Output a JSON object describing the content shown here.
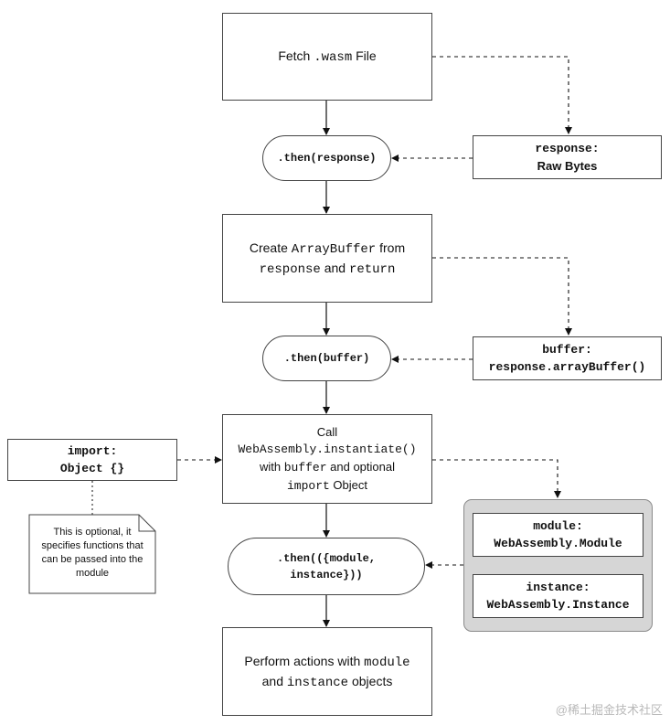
{
  "steps": {
    "fetch": {
      "prefix": "Fetch ",
      "code": ".wasm",
      "suffix": " File"
    },
    "then_response": {
      "text": ".then(response)"
    },
    "create_buffer": {
      "p1": "Create ",
      "code1": "ArrayBuffer",
      "p2": " from",
      "code2": "response",
      "p3": " and ",
      "code3": "return"
    },
    "then_buffer": {
      "text": ".then(buffer)"
    },
    "instantiate": {
      "line1": "Call",
      "code1": "WebAssembly.instantiate()",
      "p1": "with ",
      "code2": "buffer",
      "p2": " and optional",
      "code3": "import",
      "p3": " Object"
    },
    "then_module": {
      "line1": ".then(({module,",
      "line2": "instance}))"
    },
    "perform": {
      "p1": "Perform actions with ",
      "code1": "module",
      "p2": "and ",
      "code2": "instance",
      "p3": " objects"
    }
  },
  "info": {
    "response": {
      "key": "response:",
      "value": "Raw Bytes"
    },
    "buffer": {
      "key": "buffer:",
      "value": "response.arrayBuffer()"
    },
    "import": {
      "key": "import:",
      "value": "Object {}"
    },
    "module": {
      "key": "module:",
      "value": "WebAssembly.Module"
    },
    "instance": {
      "key": "instance:",
      "value": "WebAssembly.Instance"
    }
  },
  "note": {
    "text": "This is optional, it specifies functions that can be passed into the module"
  },
  "watermark": "@稀土掘金技术社区"
}
